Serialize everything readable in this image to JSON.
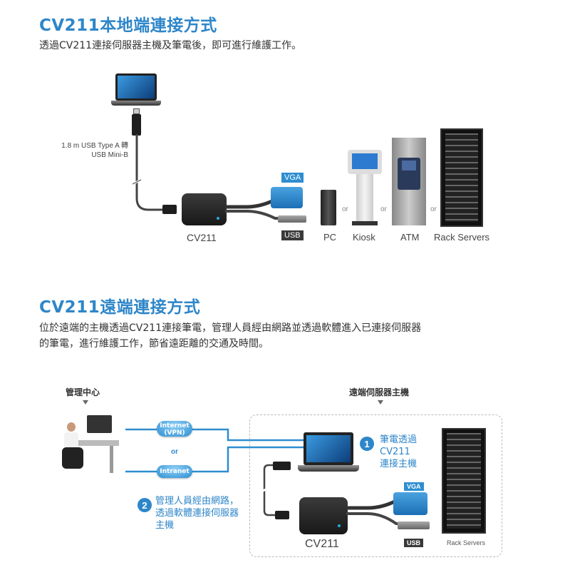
{
  "section1": {
    "title": "CV211本地端連接方式",
    "description": "透過CV211連接伺服器主機及筆電後，即可進行維護工作。",
    "cable_label_line1": "1.8 m USB Type A 轉",
    "cable_label_line2": "USB Mini-B",
    "device_label": "CV211",
    "vga_badge": "VGA",
    "usb_badge": "USB",
    "or_label": "or",
    "targets": [
      "PC",
      "Kiosk",
      "ATM",
      "Rack Servers"
    ]
  },
  "section2": {
    "title": "CV211遠端連接方式",
    "description_line1": "位於遠端的主機透過CV211連接筆電，管理人員經由網路並透過軟體進入已連接伺服器",
    "description_line2": "的筆電，進行維護工作，節省遠距離的交通及時間。",
    "management_center": "管理中心",
    "remote_server_host": "遠端伺服器主機",
    "cloud_internet_line1": "Internet",
    "cloud_internet_line2": "(VPN)",
    "or_label": "or",
    "cloud_intranet": "Intranet",
    "step1_number": "1",
    "step1_lines": [
      "筆電透過",
      "CV211",
      "連接主機"
    ],
    "step2_number": "2",
    "step2_lines": [
      "管理人員經由網路，",
      "透過軟體連接伺服器",
      "主機"
    ],
    "device_label": "CV211",
    "vga_badge": "VGA",
    "usb_badge": "USB",
    "rack_label": "Rack Servers"
  }
}
